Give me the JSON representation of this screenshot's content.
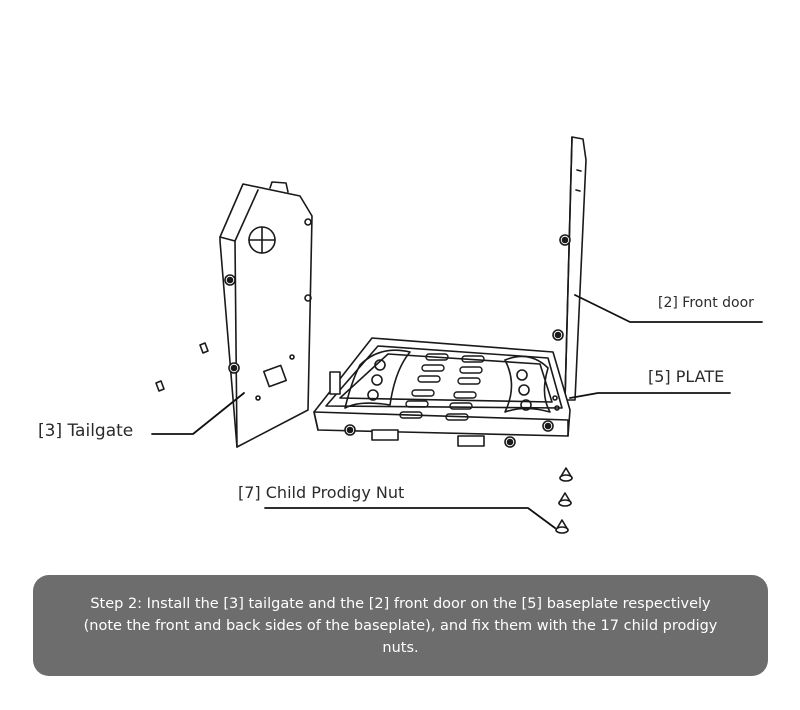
{
  "labels": {
    "front_door": "[2] Front door",
    "plate": "[5] PLATE",
    "tailgate": "[3] Tailgate",
    "nut": "[7] Child Prodigy Nut"
  },
  "caption": "Step 2: Install the [3] tailgate and the [2] front door on the [5] baseplate respectively (note the front and back sides of the baseplate), and fix them with the 17 child prodigy nuts."
}
